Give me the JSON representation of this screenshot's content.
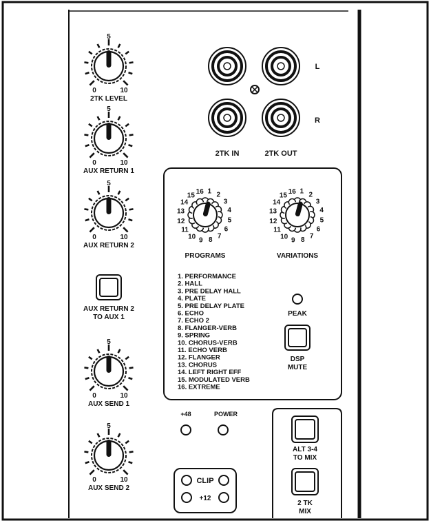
{
  "knobs": [
    {
      "id": "2tk-level",
      "label": "2TK LEVEL",
      "min": "0",
      "mid": "5",
      "max": "10"
    },
    {
      "id": "aux-return-1",
      "label": "AUX RETURN 1",
      "min": "0",
      "mid": "5",
      "max": "10"
    },
    {
      "id": "aux-return-2",
      "label": "AUX RETURN 2",
      "min": "0",
      "mid": "5",
      "max": "10"
    },
    {
      "id": "aux-send-1",
      "label": "AUX SEND 1",
      "min": "0",
      "mid": "5",
      "max": "10"
    },
    {
      "id": "aux-send-2",
      "label": "AUX SEND 2",
      "min": "0",
      "mid": "5",
      "max": "10"
    }
  ],
  "aux_return_switch": {
    "line1": "AUX RETURN 2",
    "line2": "TO AUX 1"
  },
  "jacks": {
    "left": "L",
    "right": "R",
    "in_label": "2TK IN",
    "out_label": "2TK OUT"
  },
  "dsp": {
    "programs_label": "PROGRAMS",
    "variations_label": "VARIATIONS",
    "dial_numbers": [
      "1",
      "2",
      "3",
      "4",
      "5",
      "6",
      "7",
      "8",
      "9",
      "10",
      "11",
      "12",
      "13",
      "14",
      "15",
      "16"
    ],
    "presets": [
      "1. PERFORMANCE",
      "2. HALL",
      "3. PRE DELAY HALL",
      "4. PLATE",
      "5. PRE DELAY PLATE",
      "6. ECHO",
      "7. ECHO 2",
      "8. FLANGER-VERB",
      "9. SPRING",
      "10. CHORUS-VERB",
      "11. ECHO VERB",
      "12. FLANGER",
      "13. CHORUS",
      "14. LEFT RIGHT EFF",
      "15. MODULATED VERB",
      "16. EXTREME"
    ],
    "peak_label": "PEAK",
    "mute_line1": "DSP",
    "mute_line2": "MUTE"
  },
  "indicators": {
    "phantom": "+48",
    "power": "POWER",
    "clip": "CLIP",
    "plus12": "+12"
  },
  "alt_switch": {
    "line1": "ALT 3-4",
    "line2": "TO MIX"
  },
  "tk_mix_switch": {
    "line1": "2 TK",
    "line2": "MIX"
  }
}
